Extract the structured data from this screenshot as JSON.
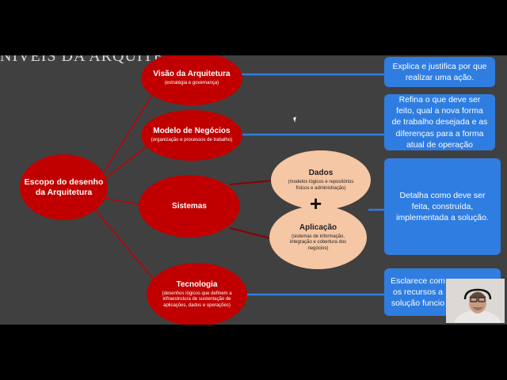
{
  "title_banner": "NÍVEIS DA ARQUITETURA",
  "center_node": {
    "title": "Escopo do desenho da Arquitetura"
  },
  "nodes": [
    {
      "title": "Visão da Arquitetura",
      "subtitle": "(estratégia e governança)"
    },
    {
      "title": "Modelo de Negócios",
      "subtitle": "(organização e processos de trabalho)"
    },
    {
      "title": "Sistemas",
      "subtitle": ""
    },
    {
      "title": "Tecnologia",
      "subtitle": "(desenhos lógicos que definem a infraestrutura de sustentação de aplicações, dados e operações)"
    }
  ],
  "sub_nodes": [
    {
      "title": "Dados",
      "subtitle": "(modelos lógicos e repositórios físicos e administração)"
    },
    {
      "title": "Aplicação",
      "subtitle": "(sistemas de informação, integração e cobertura dos negócios)"
    }
  ],
  "plus_sign": "+",
  "descriptions": [
    "Explica e justifica por que realizar uma ação.",
    "Refina o que deve ser feito, qual a nova forma de trabalho desejada e as diferenças para a forma atual de operação",
    "Detalha como deve ser feita, construída, implementada a solução.",
    "Esclarece com os recursos a solução funcio"
  ],
  "colors": {
    "red": "#c00000",
    "peach": "#f6c7a4",
    "blue_box": "#2f7de1",
    "background": "#404040"
  }
}
